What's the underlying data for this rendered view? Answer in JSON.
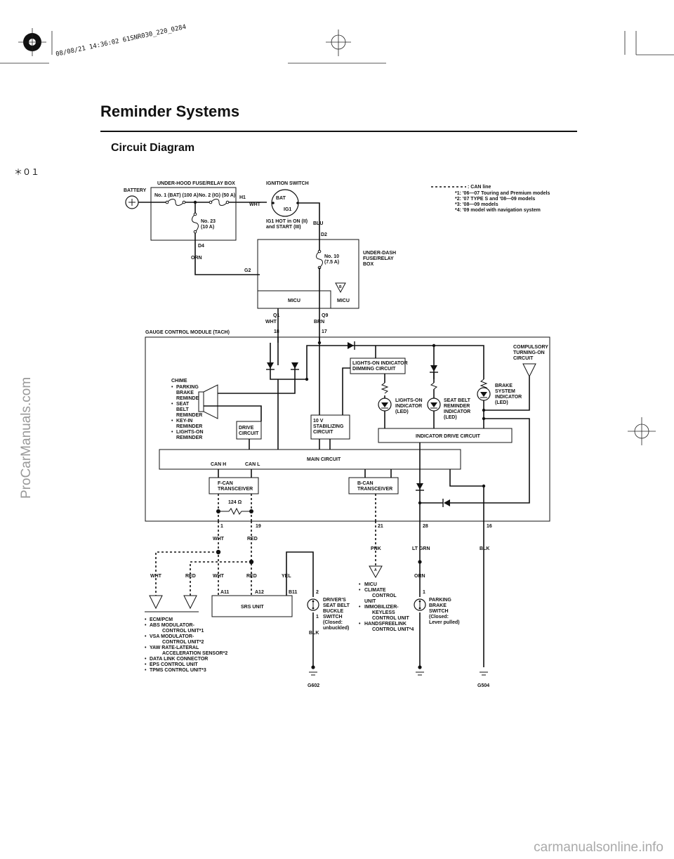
{
  "header": {
    "stamp": "08/08/21 14:36:02 61SNR030_220_0284",
    "section_title": "Reminder Systems",
    "subtitle": "Circuit Diagram",
    "page_marker": "＊０１"
  },
  "watermarks": {
    "side": "ProCarManuals.com",
    "bottom": "carmanualsonline.info"
  },
  "legend": {
    "can_line": ": CAN line",
    "notes": [
      "*1: '06—07 Touring and Premium models",
      "*2: '07 TYPE S and '08—09 models",
      "*3: '08—09 models",
      "*4: '09 model with navigation system"
    ]
  },
  "diagram": {
    "battery": "BATTERY",
    "uh_box": "UNDER-HOOD FUSE/RELAY BOX",
    "fuse1": "No. 1 (BAT) (100 A)",
    "fuse2": "No. 2 (IG) (50 A)",
    "fuse23a": "No. 23",
    "fuse23b": "(10 A)",
    "d4": "D4",
    "orn": "ORN",
    "h1": "H1",
    "wht": "WHT",
    "g2": "G2",
    "ign_switch": "IGNITION SWITCH",
    "bat": "BAT",
    "ig1": "IG1",
    "ig1_note1": "IG1 HOT in ON (II)",
    "ig1_note2": "and START (III)",
    "blu": "BLU",
    "d2": "D2",
    "fuse10a": "No. 10",
    "fuse10b": "(7.5 A)",
    "ud_box1": "UNDER-DASH",
    "ud_box2": "FUSE/RELAY",
    "ud_box3": "BOX",
    "micu": "MICU",
    "b": "B",
    "q1": "Q1",
    "q9": "Q9",
    "brn": "BRN",
    "p18": "18",
    "p17": "17",
    "gcm": "GAUGE CONTROL MODULE (TACH)",
    "chime": "CHIME",
    "chime_items": [
      [
        "PARKING",
        "BRAKE",
        "REMINDER"
      ],
      [
        "SEAT",
        "BELT",
        "REMINDER"
      ],
      [
        "KEY-IN",
        "REMINDER"
      ],
      [
        "LIGHTS-ON",
        "REMINDER"
      ]
    ],
    "drive1": "DRIVE",
    "drive2": "CIRCUIT",
    "stab1": "10 V",
    "stab2": "STABILIZING",
    "stab3": "CIRCUIT",
    "dim1": "LIGHTS-ON INDICATOR",
    "dim2": "DIMMING CIRCUIT",
    "lon1": "LIGHTS-ON",
    "lon2": "INDICATOR",
    "lon3": "(LED)",
    "sb1": "SEAT BELT",
    "sb2": "REMINDER",
    "sb3": "INDICATOR",
    "sb4": "(LED)",
    "br1": "BRAKE",
    "br2": "SYSTEM",
    "br3": "INDICATOR",
    "br4": "(LED)",
    "comp1": "COMPULSORY",
    "comp2": "TURNING-ON",
    "comp3": "CIRCUIT",
    "ind_drive": "INDICATOR DRIVE CIRCUIT",
    "main": "MAIN CIRCUIT",
    "canh": "CAN H",
    "canl": "CAN L",
    "fcan1": "F-CAN",
    "fcan2": "TRANSCEIVER",
    "bcan1": "B-CAN",
    "bcan2": "TRANSCEIVER",
    "ohm": "124 Ω",
    "p1": "1",
    "p19": "19",
    "p21": "21",
    "p28": "28",
    "p16": "16",
    "red": "RED",
    "pnk": "PNK",
    "ltgrn": "LT GRN",
    "blk": "BLK",
    "yel": "YEL",
    "a": "A",
    "a11": "A11",
    "a12": "A12",
    "b11": "B11",
    "srs": "SRS UNIT",
    "c2": "2",
    "c1": "1",
    "drv": [
      "DRIVER'S",
      "SEAT BELT",
      "BUCKLE",
      "SWITCH",
      "(Closed:",
      "unbuckled)"
    ],
    "pk": [
      "PARKING",
      "BRAKE",
      "SWITCH",
      "(Closed:",
      "Lever pulled)"
    ],
    "ecm_list": [
      [
        "ECM/PCM"
      ],
      [
        "ABS MODULATOR-",
        "CONTROL UNIT*1"
      ],
      [
        "VSA MODULATOR-",
        "CONTROL UNIT*2"
      ],
      [
        "YAW RATE-LATERAL",
        "ACCELERATION SENSOR*2"
      ],
      [
        "DATA LINK CONNECTOR"
      ],
      [
        "EPS CONTROL UNIT"
      ],
      [
        "TPMS CONTROL UNIT*3"
      ]
    ],
    "micu_list": [
      [
        "MICU"
      ],
      [
        "CLIMATE",
        "CONTROL",
        "UNIT"
      ],
      [
        "IMMOBILIZER-",
        "KEYLESS",
        "CONTROL UNIT"
      ],
      [
        "HANDSFREELINK",
        "CONTROL UNIT*4"
      ]
    ],
    "g602": "G602",
    "g504": "G504"
  }
}
